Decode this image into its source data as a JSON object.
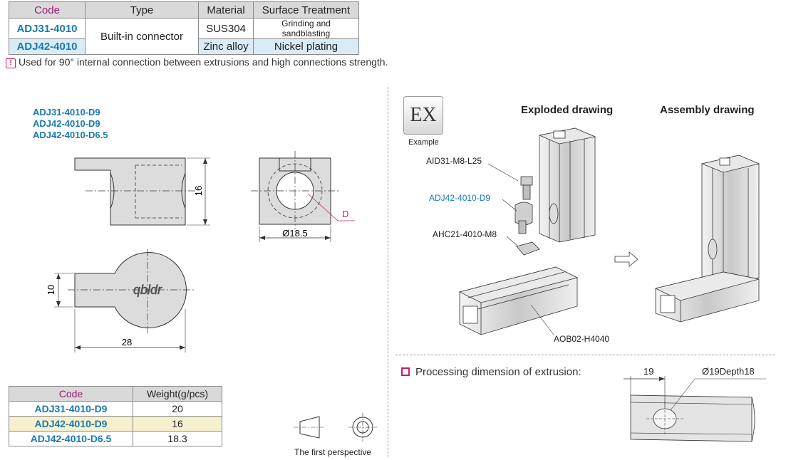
{
  "spec_table": {
    "headers": [
      "Code",
      "Type",
      "Material",
      "Surface Treatment"
    ],
    "rows": [
      {
        "code": "ADJ31-4010",
        "type": "Built-in connector",
        "material": "SUS304",
        "surface": "Grinding and sandblasting"
      },
      {
        "code": "ADJ42-4010",
        "material": "Zinc alloy",
        "surface": "Nickel plating"
      }
    ]
  },
  "note": "Used for 90° internal connection between extrusions and high connections strength.",
  "part_numbers": [
    "ADJ31-4010-D9",
    "ADJ42-4010-D9",
    "ADJ42-4010-D6.5"
  ],
  "dims": {
    "height": "16",
    "diameter": "Ø18.5",
    "d_label": "D",
    "width": "10",
    "length": "28",
    "logo_text": "qbldr"
  },
  "weight_table": {
    "headers": [
      "Code",
      "Weight(g/pcs)"
    ],
    "rows": [
      {
        "code": "ADJ31-4010-D9",
        "weight": "20"
      },
      {
        "code": "ADJ42-4010-D9",
        "weight": "16"
      },
      {
        "code": "ADJ42-4010-D6.5",
        "weight": "18.3"
      }
    ]
  },
  "perspective_label": "The first perspective",
  "example": {
    "badge": "EX",
    "label": "Example"
  },
  "headings": {
    "exploded": "Exploded drawing",
    "assembly": "Assembly drawing"
  },
  "callouts": {
    "bolt": "AID31-M8-L25",
    "connector": "ADJ42-4010-D9",
    "nut": "AHC21-4010-M8",
    "extrusion": "AOB02-H4040"
  },
  "processing": {
    "label": "Processing dimension of extrusion:",
    "offset": "19",
    "hole": "Ø19Depth18"
  },
  "colors": {
    "code_header": "#9b1f6e",
    "code_blue": "#1a7ab0",
    "accent_pink": "#d1186a",
    "row_highlight": "#f6f0cf"
  }
}
